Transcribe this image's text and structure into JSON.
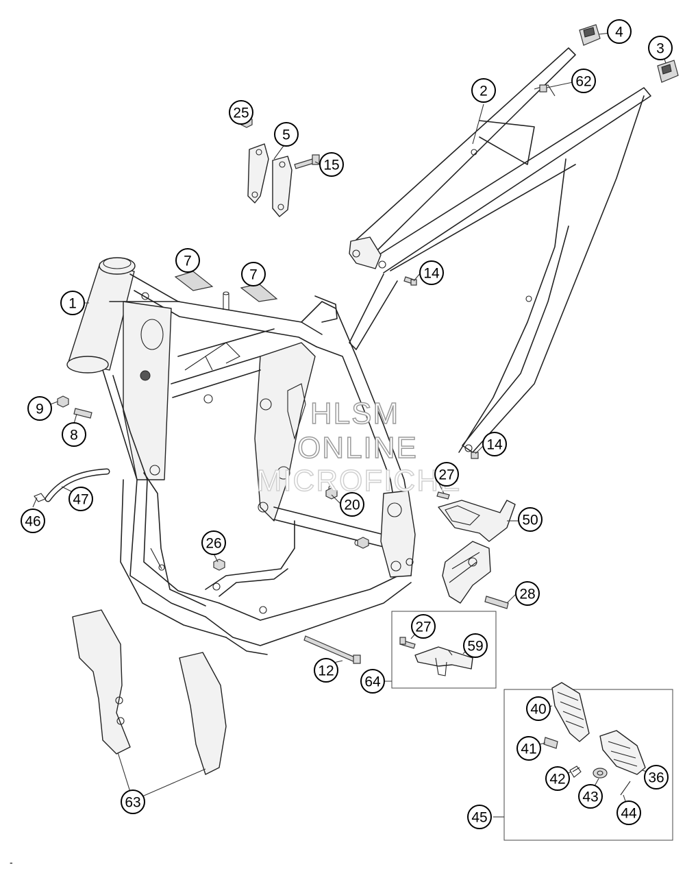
{
  "watermark": {
    "line1": "HLSM",
    "line2": "ONLINE",
    "line3": "MICROFICHE"
  },
  "footer_mark": "-",
  "callouts": [
    {
      "id": "c1",
      "label": "1"
    },
    {
      "id": "c2",
      "label": "2"
    },
    {
      "id": "c3",
      "label": "3"
    },
    {
      "id": "c4",
      "label": "4"
    },
    {
      "id": "c5",
      "label": "5"
    },
    {
      "id": "c7a",
      "label": "7"
    },
    {
      "id": "c7b",
      "label": "7"
    },
    {
      "id": "c8",
      "label": "8"
    },
    {
      "id": "c9",
      "label": "9"
    },
    {
      "id": "c12",
      "label": "12"
    },
    {
      "id": "c14a",
      "label": "14"
    },
    {
      "id": "c14b",
      "label": "14"
    },
    {
      "id": "c15",
      "label": "15"
    },
    {
      "id": "c20",
      "label": "20"
    },
    {
      "id": "c25",
      "label": "25"
    },
    {
      "id": "c26",
      "label": "26"
    },
    {
      "id": "c27a",
      "label": "27"
    },
    {
      "id": "c27b",
      "label": "27"
    },
    {
      "id": "c28",
      "label": "28"
    },
    {
      "id": "c36",
      "label": "36"
    },
    {
      "id": "c40",
      "label": "40"
    },
    {
      "id": "c41",
      "label": "41"
    },
    {
      "id": "c42",
      "label": "42"
    },
    {
      "id": "c43",
      "label": "43"
    },
    {
      "id": "c44",
      "label": "44"
    },
    {
      "id": "c45",
      "label": "45"
    },
    {
      "id": "c46",
      "label": "46"
    },
    {
      "id": "c47",
      "label": "47"
    },
    {
      "id": "c50",
      "label": "50"
    },
    {
      "id": "c59",
      "label": "59"
    },
    {
      "id": "c62",
      "label": "62"
    },
    {
      "id": "c63",
      "label": "63"
    },
    {
      "id": "c64",
      "label": "64"
    }
  ]
}
